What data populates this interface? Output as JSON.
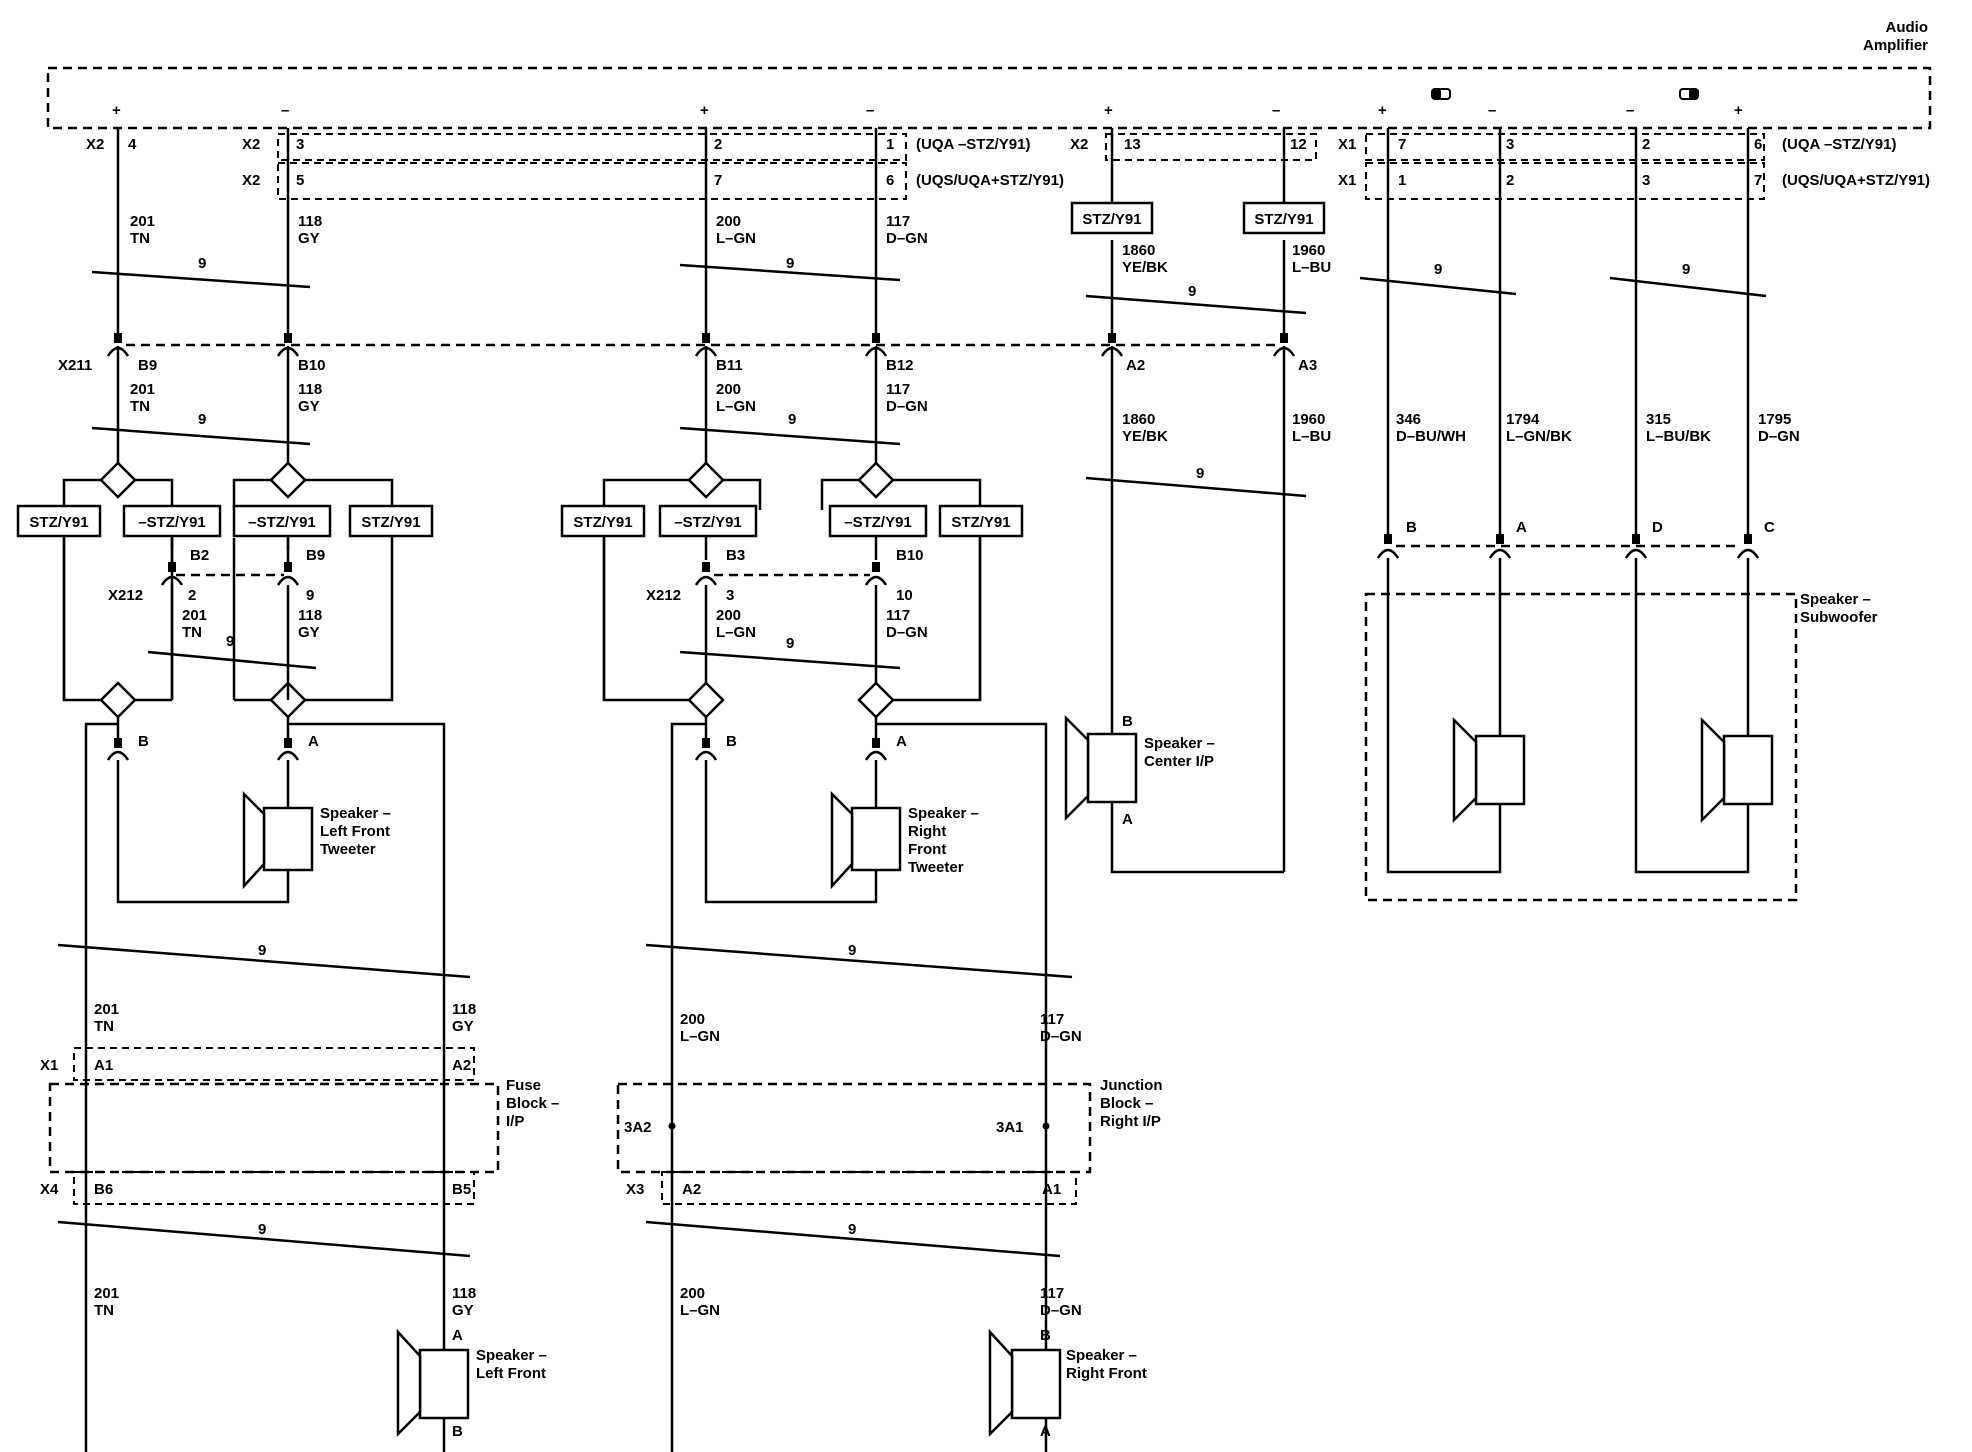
{
  "amplifier": {
    "line1": "Audio",
    "line2": "Amplifier"
  },
  "options": {
    "uqa_stz": "(UQA –STZ/Y91)",
    "uqs_uqa_stz": "(UQS/UQA+STZ/Y91)"
  },
  "connectors": {
    "x1": "X1",
    "x2": "X2",
    "x3": "X3",
    "x4": "X4",
    "x211": "X211",
    "x212": "X212",
    "bundle": "9"
  },
  "sym": {
    "plus": "+",
    "minus": "–"
  },
  "switch_labels": {
    "stz": "STZ/Y91",
    "not_stz": "–STZ/Y91"
  },
  "circuits": {
    "c201": {
      "num": "201",
      "color": "TN"
    },
    "c118": {
      "num": "118",
      "color": "GY"
    },
    "c200": {
      "num": "200",
      "color": "L–GN"
    },
    "c117": {
      "num": "117",
      "color": "D–GN"
    },
    "c1860": {
      "num": "1860",
      "color": "YE/BK"
    },
    "c1960": {
      "num": "1960",
      "color": "L–BU"
    },
    "c346": {
      "num": "346",
      "color": "D–BU/WH"
    },
    "c1794": {
      "num": "1794",
      "color": "L–GN/BK"
    },
    "c315": {
      "num": "315",
      "color": "L–BU/BK"
    },
    "c1795": {
      "num": "1795",
      "color": "D–GN"
    }
  },
  "pins": {
    "p4": "4",
    "p3": "3",
    "p5": "5",
    "p2": "2",
    "p7": "7",
    "p1": "1",
    "p6": "6",
    "p13": "13",
    "p12": "12",
    "p9": "9",
    "p10": "10",
    "B9": "B9",
    "B10": "B10",
    "B11": "B11",
    "B12": "B12",
    "A2": "A2",
    "A3": "A3",
    "B2": "B2",
    "B3": "B3",
    "A": "A",
    "B": "B",
    "C": "C",
    "D": "D",
    "A1": "A1",
    "B6": "B6",
    "B5": "B5",
    "3A1": "3A1",
    "3A2": "3A2"
  },
  "components": {
    "lf_tweeter": [
      "Speaker –",
      "Left Front",
      "Tweeter"
    ],
    "rf_tweeter": [
      "Speaker –",
      "Right",
      "Front",
      "Tweeter"
    ],
    "center": [
      "Speaker –",
      "Center I/P"
    ],
    "subwoofer": [
      "Speaker –",
      "Subwoofer"
    ],
    "fuse_block": [
      "Fuse",
      "Block –",
      "I/P"
    ],
    "junction_block": [
      "Junction",
      "Block –",
      "Right I/P"
    ],
    "left_front": [
      "Speaker –",
      "Left Front"
    ],
    "right_front": [
      "Speaker –",
      "Right Front"
    ]
  }
}
